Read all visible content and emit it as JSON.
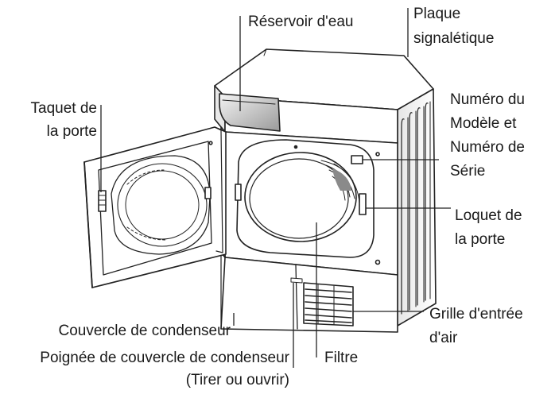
{
  "labels": {
    "water_tank": "Réservoir d'eau",
    "rating_plate": [
      "Plaque",
      "signalétique"
    ],
    "door_catch": [
      "Taquet de",
      "la porte"
    ],
    "model_serial": [
      "Numéro du",
      "Modèle et",
      "Numéro de",
      "Série"
    ],
    "door_latch": [
      "Loquet de",
      "la porte"
    ],
    "air_grille": [
      "Grille d'entrée",
      "d'air"
    ],
    "condenser_cover": "Couvercle de condenseur",
    "condenser_handle": [
      "Poignée de couvercle de condenseur",
      "(Tirer ou ouvrir)"
    ],
    "filter": "Filtre"
  },
  "colors": {
    "ink": "#1a1a1a",
    "line": "#222222",
    "body": "#ffffff",
    "shade": "#d9d9d9",
    "shade_dark": "#b8b8b8"
  }
}
